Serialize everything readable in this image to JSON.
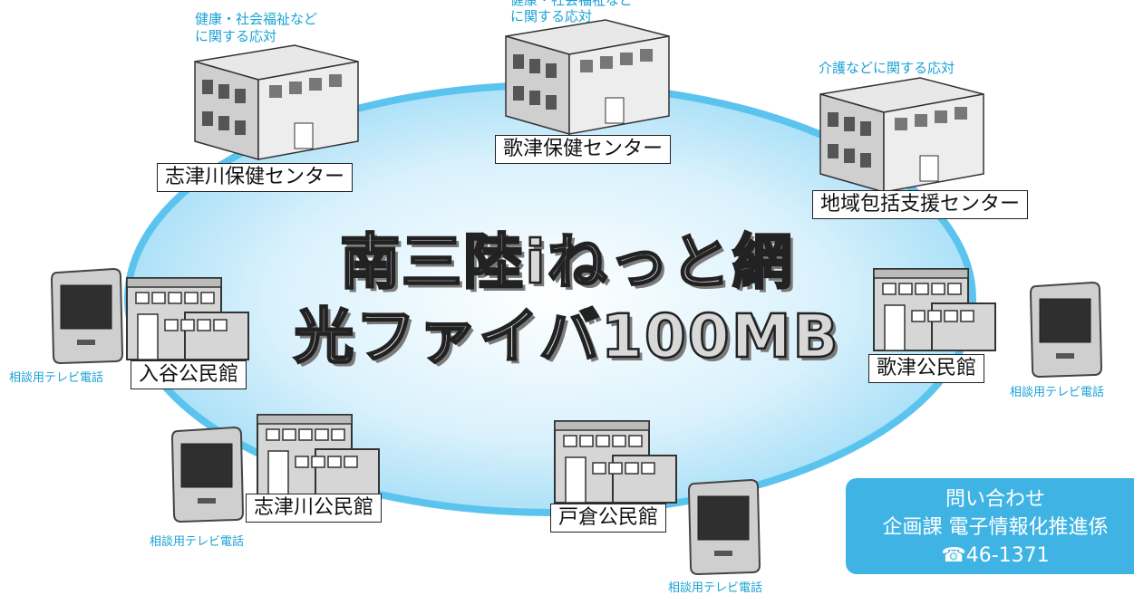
{
  "network": {
    "title_line1": "南三陸iねっと網",
    "title_line2": "光ファイバ100MB"
  },
  "facilities": {
    "shizugawa_health_center": {
      "label": "志津川保健センター",
      "caption_line1": "健康・社会福祉など",
      "caption_line2": "に関する応対"
    },
    "utatsu_health_center": {
      "label": "歌津保健センター",
      "caption_line1": "健康・社会福祉など",
      "caption_line2": "に関する応対"
    },
    "regional_support_center": {
      "label": "地域包括支援センター",
      "caption": "介護などに関する応対"
    },
    "iriya_community_hall": {
      "label": "入谷公民館"
    },
    "utatsu_community_hall": {
      "label": "歌津公民館"
    },
    "shizugawa_community_hall": {
      "label": "志津川公民館"
    },
    "tokura_community_hall": {
      "label": "戸倉公民館"
    }
  },
  "phone_caption": "相談用テレビ電話",
  "contact": {
    "heading": "問い合わせ",
    "department": "企画課 電子情報化推進係",
    "phone": "☎46-1371"
  },
  "colors": {
    "ring": "#5bc4ee",
    "ring_fill_center": "#ffffff",
    "ring_fill_edge": "#9fdcf6",
    "accent_text": "#1aa3d6",
    "contact_bg": "#3fb4e4"
  }
}
